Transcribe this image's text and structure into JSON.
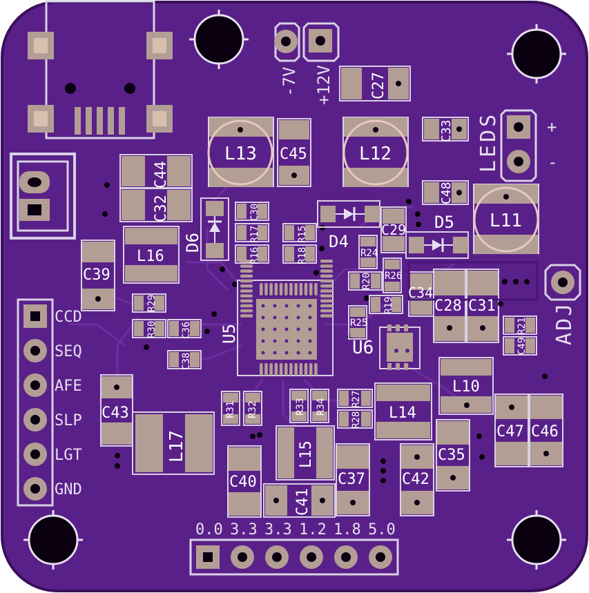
{
  "colors": {
    "board": "#5a2089",
    "board_edge": "#3a0f5c",
    "pad": "#b39e96",
    "pad_light": "#d9bfae",
    "silk": "#ddd4e8",
    "hole": "#0a0010",
    "trace": "#6a2c9c"
  },
  "labels": {
    "minus7v": "-7V",
    "plus12v": "+12V",
    "leds": "LEDS",
    "led_plus": "+",
    "led_minus": "-",
    "adj": "ADJ",
    "pins_left": [
      "CCD",
      "SEQ",
      "AFE",
      "SLP",
      "LGT",
      "GND"
    ],
    "pins_bottom": [
      "0.0",
      "3.3",
      "3.3",
      "1.2",
      "1.8",
      "5.0"
    ]
  },
  "inductors": {
    "L13": "L13",
    "L12": "L12",
    "L11": "L11",
    "L16": "L16",
    "L10": "L10",
    "L14": "L14",
    "L15": "L15",
    "L17": "L17"
  },
  "capacitors": {
    "C27": "C27",
    "C33": "C33",
    "C45": "C45",
    "C44": "C44",
    "C32": "C32",
    "C48": "C48",
    "C29": "C29",
    "C30": "C30",
    "C39": "C39",
    "C34": "C34",
    "C28": "C28",
    "C31": "C31",
    "C49": "C49",
    "C36": "C36",
    "C38": "C38",
    "C43": "C43",
    "C47": "C47",
    "C46": "C46",
    "C35": "C35",
    "C40": "C40",
    "C41": "C41",
    "C37": "C37",
    "C42": "C42"
  },
  "resistors": {
    "R17": "R17",
    "R16": "R16",
    "R15": "R15",
    "R18": "R18",
    "R24": "R24",
    "R20": "R20",
    "R26": "R26",
    "R19": "R19",
    "R25": "R25",
    "R21": "R21",
    "R29": "R29",
    "R30": "R30",
    "R31": "R31",
    "R32": "R32",
    "R33": "R33",
    "R34": "R34",
    "R27": "R27",
    "R28": "R28"
  },
  "chips": {
    "U5": "U5",
    "U6": "U6"
  },
  "diodes": {
    "D4": "D4",
    "D5": "D5",
    "D6": "D6"
  }
}
